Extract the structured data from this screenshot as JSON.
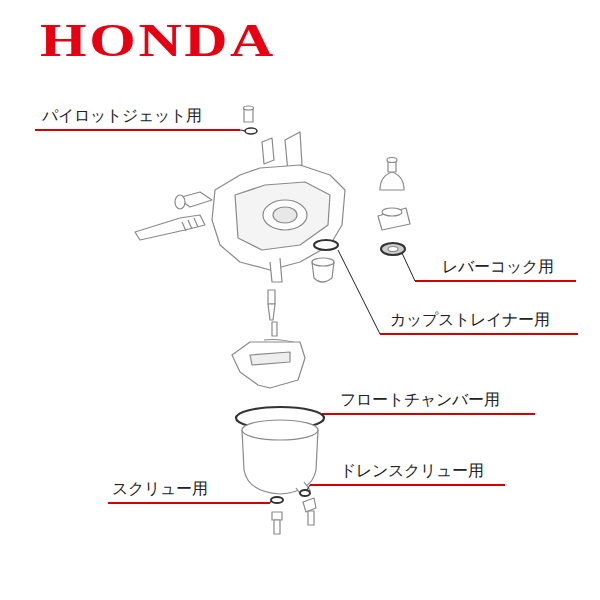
{
  "diagram": {
    "title": "HONDA",
    "labels": [
      "パイロットジェット用",
      "レバーコック用",
      "カップストレイナー用",
      "フロートチャンバー用",
      "スクリュー用",
      "ドレンスクリュー用"
    ]
  }
}
